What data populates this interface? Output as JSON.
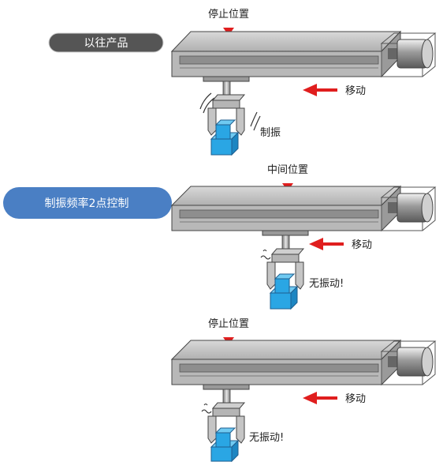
{
  "badges": {
    "previous_product": "以往产品",
    "feature": "制振频率2点控制"
  },
  "panels": [
    {
      "stop_label": "停止位置",
      "move_label": "移动",
      "vibration_label": "制振"
    },
    {
      "stop_label": "中间位置",
      "move_label": "移动",
      "vibration_label": "无振动!"
    },
    {
      "stop_label": "停止位置",
      "move_label": "移动",
      "vibration_label": "无振动!"
    }
  ],
  "colors": {
    "badge_dark": "#555555",
    "badge_blue": "#4a7fc4",
    "arrow_red": "#e01e1e",
    "workpiece_blue": "#2aa6e4",
    "actuator_gray": "#c8c8c8"
  }
}
